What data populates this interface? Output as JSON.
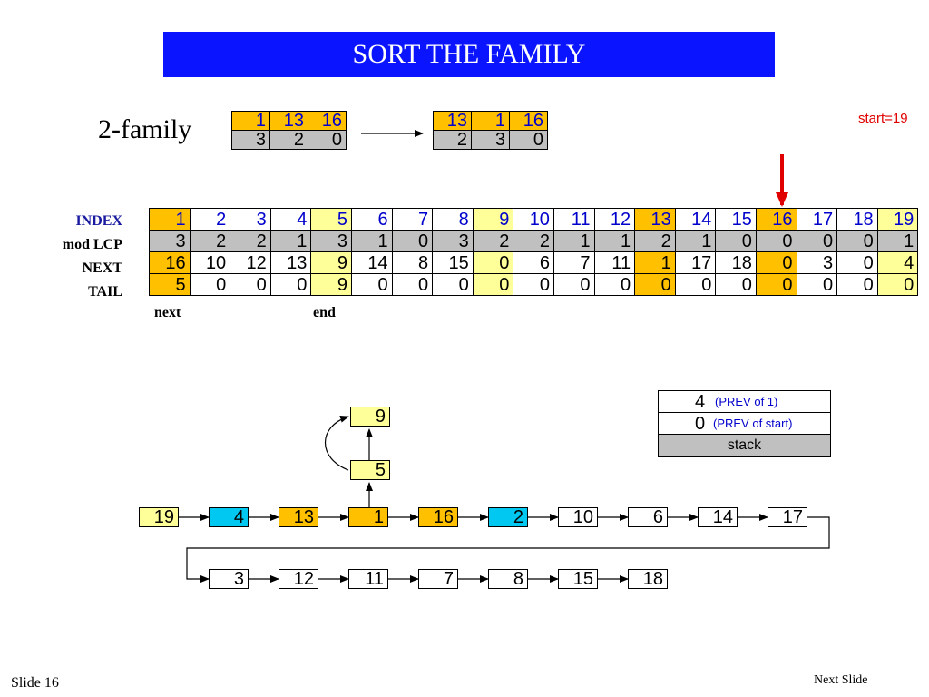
{
  "title": "SORT THE FAMILY",
  "family_label": "2-family",
  "start_label": "start=19",
  "family_before": {
    "top": [
      "1",
      "13",
      "16"
    ],
    "bottom": [
      "3",
      "2",
      "0"
    ]
  },
  "family_after": {
    "top": [
      "13",
      "1",
      "16"
    ],
    "bottom": [
      "2",
      "3",
      "0"
    ]
  },
  "row_labels": {
    "index": "INDEX",
    "mod_lcp": "mod LCP",
    "next": "NEXT",
    "tail": "TAIL"
  },
  "table": {
    "index": [
      "1",
      "2",
      "3",
      "4",
      "5",
      "6",
      "7",
      "8",
      "9",
      "10",
      "11",
      "12",
      "13",
      "14",
      "15",
      "16",
      "17",
      "18",
      "19"
    ],
    "mod_lcp": [
      "3",
      "2",
      "2",
      "1",
      "3",
      "1",
      "0",
      "3",
      "2",
      "2",
      "1",
      "1",
      "2",
      "1",
      "0",
      "0",
      "0",
      "0",
      "1"
    ],
    "next": [
      "16",
      "10",
      "12",
      "13",
      "9",
      "14",
      "8",
      "15",
      "0",
      "6",
      "7",
      "11",
      "1",
      "17",
      "18",
      "0",
      "3",
      "0",
      "4"
    ],
    "tail": [
      "5",
      "0",
      "0",
      "0",
      "9",
      "0",
      "0",
      "0",
      "0",
      "0",
      "0",
      "0",
      "0",
      "0",
      "0",
      "0",
      "0",
      "0",
      "0"
    ],
    "highlight_colors": {
      "yellow": "#ffff99",
      "orange": "#ffc000"
    }
  },
  "below_table": {
    "next_label": "next",
    "end_label": "end"
  },
  "stack": {
    "rows": [
      {
        "value": "4",
        "note": "(PREV of 1)"
      },
      {
        "value": "0",
        "note": "(PREV of start)"
      }
    ],
    "label": "stack"
  },
  "chain_row1": [
    "19",
    "4",
    "13",
    "1",
    "16",
    "2",
    "10",
    "6",
    "14",
    "17"
  ],
  "chain_row2": [
    "3",
    "12",
    "11",
    "7",
    "8",
    "15",
    "18"
  ],
  "branch": {
    "upper": "9",
    "middle": "5"
  },
  "colors": {
    "title_bg": "#0a14ff",
    "pointer_arrow": "#e00000",
    "cyan": "#00c8f0"
  },
  "footer": {
    "slide": "Slide 16",
    "next": "Next Slide"
  }
}
